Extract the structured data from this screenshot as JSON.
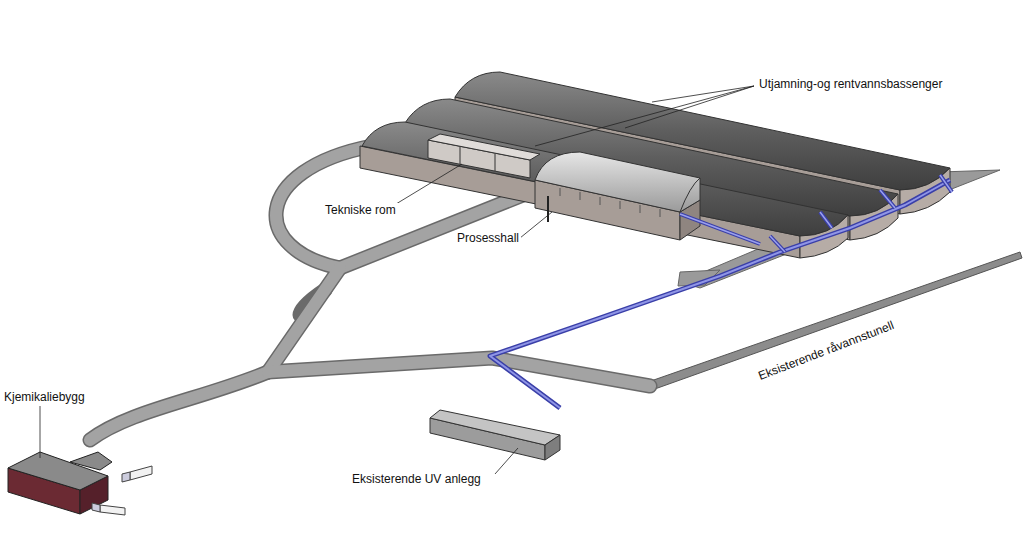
{
  "diagram": {
    "labels": [
      "Utjamning-og rentvannsbassenger",
      "Tekniske rom",
      "Prosesshall",
      "Eksisterende råvannstunell",
      "Kjemikaliebygg",
      "Eksisterende UV anlegg"
    ]
  }
}
